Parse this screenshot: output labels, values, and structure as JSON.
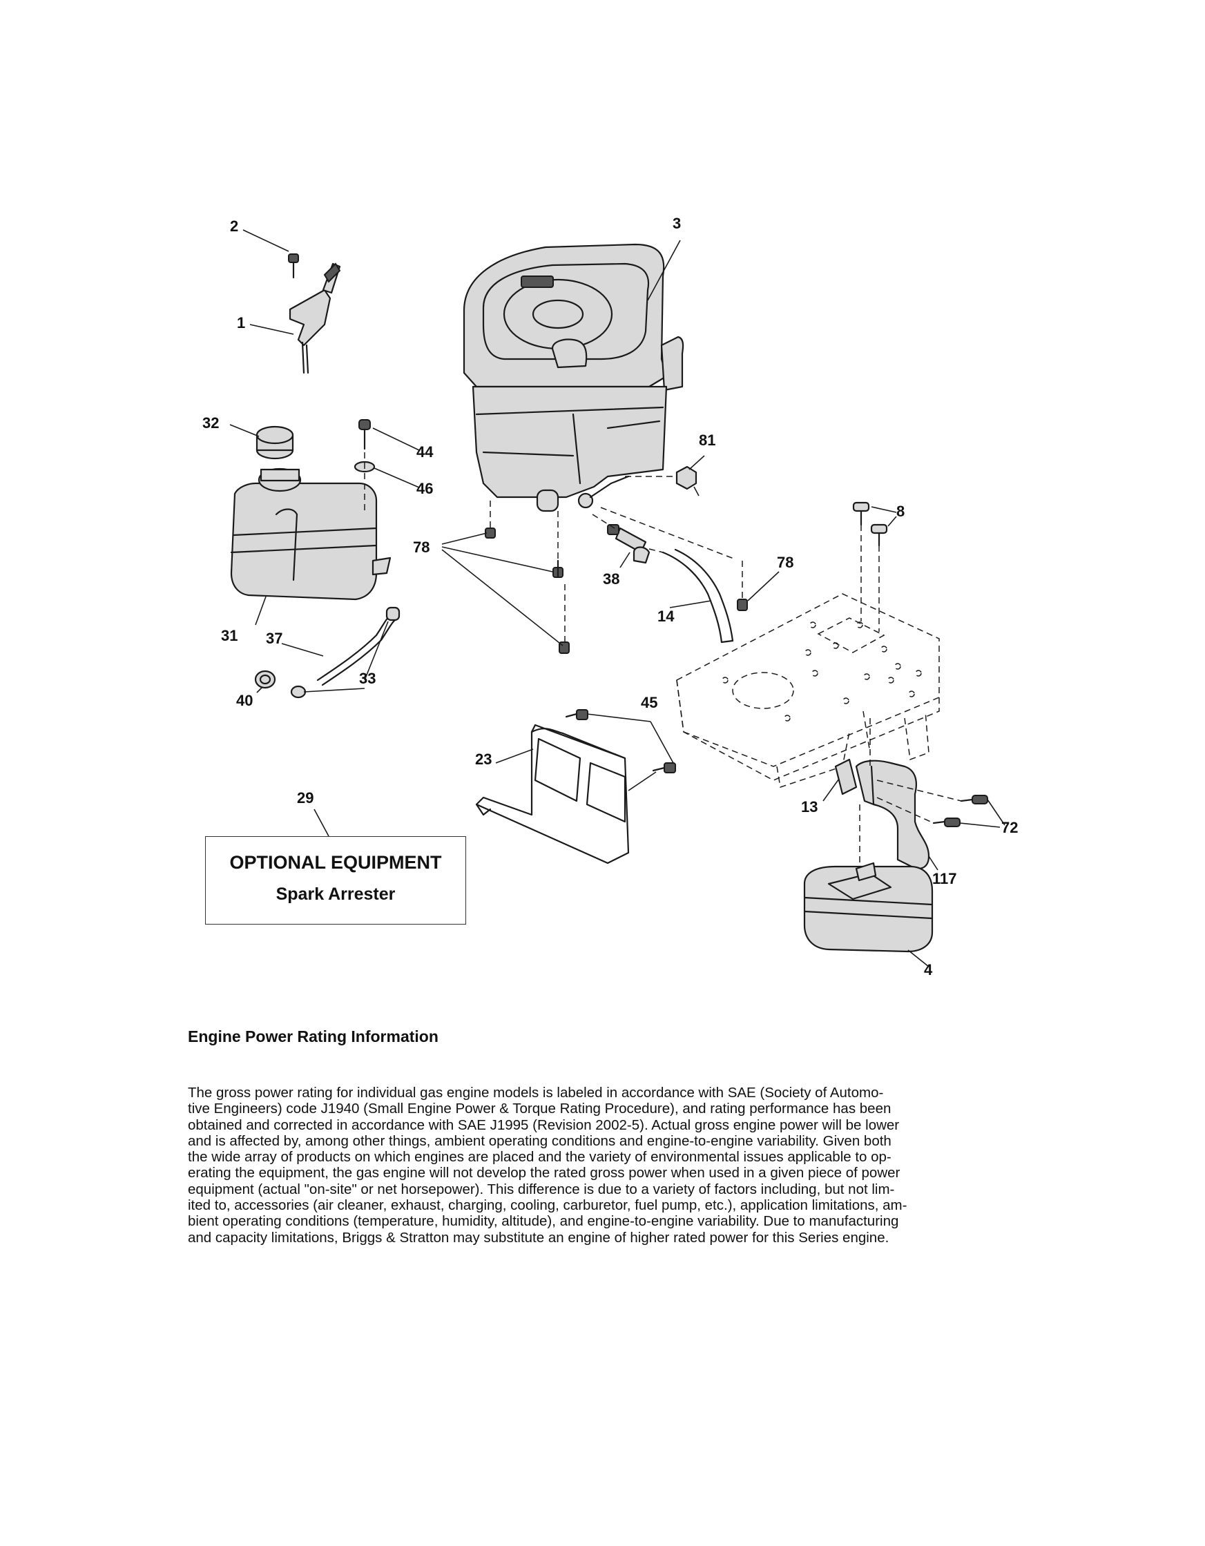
{
  "diagram": {
    "callouts": [
      {
        "id": "c2",
        "label": "2"
      },
      {
        "id": "c1",
        "label": "1"
      },
      {
        "id": "c3",
        "label": "3"
      },
      {
        "id": "c32",
        "label": "32"
      },
      {
        "id": "c44",
        "label": "44"
      },
      {
        "id": "c46",
        "label": "46"
      },
      {
        "id": "c81",
        "label": "81"
      },
      {
        "id": "c8",
        "label": "8"
      },
      {
        "id": "c78a",
        "label": "78"
      },
      {
        "id": "c78b",
        "label": "78"
      },
      {
        "id": "c38",
        "label": "38"
      },
      {
        "id": "c14",
        "label": "14"
      },
      {
        "id": "c31",
        "label": "31"
      },
      {
        "id": "c37",
        "label": "37"
      },
      {
        "id": "c33",
        "label": "33"
      },
      {
        "id": "c40",
        "label": "40"
      },
      {
        "id": "c45",
        "label": "45"
      },
      {
        "id": "c23",
        "label": "23"
      },
      {
        "id": "c29",
        "label": "29"
      },
      {
        "id": "c13",
        "label": "13"
      },
      {
        "id": "c72",
        "label": "72"
      },
      {
        "id": "c117",
        "label": "117"
      },
      {
        "id": "c4",
        "label": "4"
      }
    ]
  },
  "optional_box": {
    "title": "OPTIONAL EQUIPMENT",
    "subtitle": "Spark Arrester"
  },
  "info": {
    "title": "Engine Power Rating Information",
    "lines": [
      "The gross power rating for individual gas engine models is labeled in accordance with SAE (Society of Automo-",
      "tive Engineers) code J1940 (Small Engine Power & Torque Rating Procedure), and rating performance has been",
      "obtained and corrected in accordance with SAE J1995 (Revision 2002-5).  Actual gross engine power will be lower",
      "and is affected by, among other things, ambient operating conditions and engine-to-engine variability.  Given both",
      "the wide array of products on which engines are placed and the variety of environmental issues applicable to op-",
      "erating the equipment, the gas engine will not develop the rated gross power when used in a given piece of power",
      "equipment (actual \"on-site\" or net horsepower).  This difference is due to a variety of factors including, but not lim-",
      "ited to, accessories (air cleaner, exhaust, charging, cooling, carburetor, fuel pump, etc.), application limitations, am-",
      "bient operating conditions (temperature, humidity, altitude), and engine-to-engine variability.  Due to manufacturing",
      "and capacity limitations, Briggs & Stratton may substitute an engine of higher rated power for this Series engine."
    ]
  }
}
